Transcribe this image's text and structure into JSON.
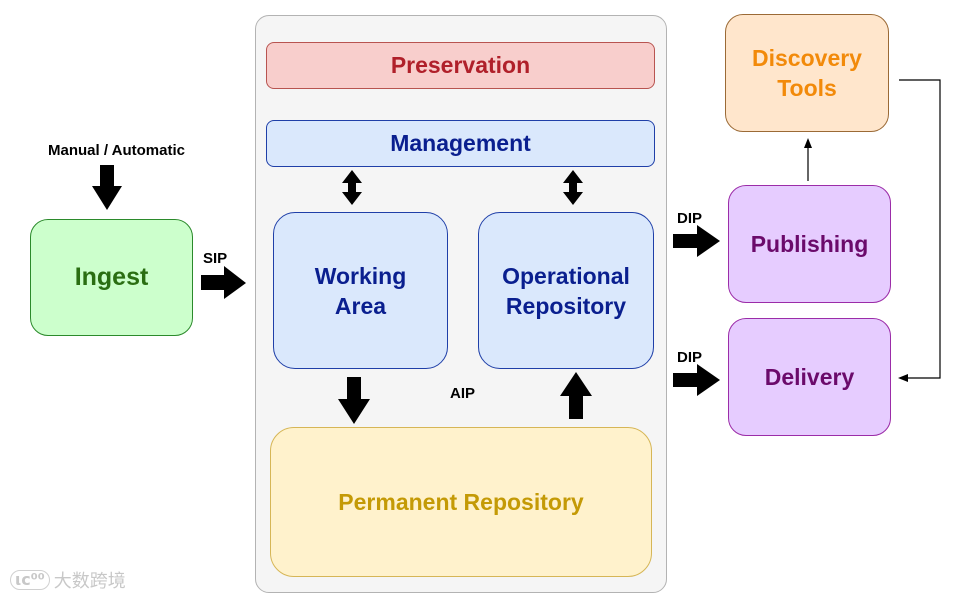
{
  "boxes": {
    "preservation": "Preservation",
    "management": "Management",
    "working_area": "Working\nArea",
    "operational_repository": "Operational\nRepository",
    "permanent_repository": "Permanent Repository",
    "ingest": "Ingest",
    "discovery_tools": "Discovery\nTools",
    "publishing": "Publishing",
    "delivery": "Delivery"
  },
  "labels": {
    "manual_automatic": "Manual / Automatic",
    "sip": "SIP",
    "aip": "AIP",
    "dip_publishing": "DIP",
    "dip_delivery": "DIP"
  },
  "watermark": "大数跨境",
  "colors": {
    "preservation_fill": "#f8cecc",
    "management_fill": "#dae8fc",
    "permanent_fill": "#fff2cc",
    "ingest_fill": "#ccffcc",
    "discovery_fill": "#ffe6cc",
    "publishing_fill": "#e6ccff",
    "delivery_fill": "#e6ccff"
  }
}
